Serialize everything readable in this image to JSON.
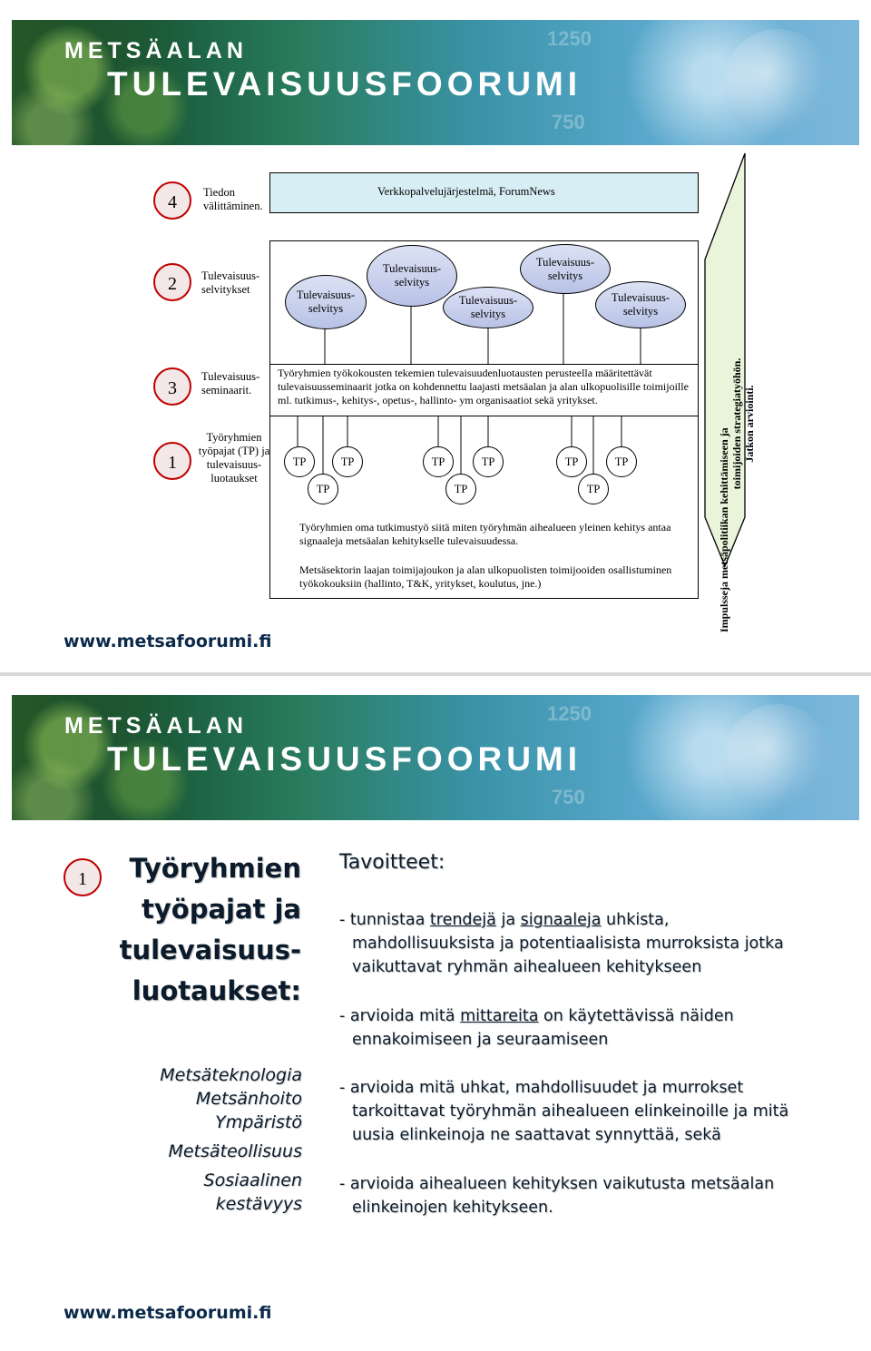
{
  "brand": {
    "line1": "METSÄALAN",
    "line2": "TULEVAISUUSFOORUMI",
    "banner_numbers": [
      "1250",
      "750"
    ],
    "url": "www.metsafoorumi.fi"
  },
  "slide1": {
    "rows": [
      {
        "num": "4",
        "label": "Tiedon välittäminen."
      },
      {
        "num": "2",
        "label": "Tulevaisuus-selvitykset"
      },
      {
        "num": "3",
        "label": "Tulevaisuus-seminaarit."
      },
      {
        "num": "1",
        "label": "Työryhmien työpajat (TP) ja tulevaisuus-luotaukset"
      }
    ],
    "network_box": "Verkkopalvelujärjestelmä, ForumNews",
    "ellipse_label": "Tulevaisuus-selvitys",
    "seminar_text": "Työryhmien työkokousten tekemien tulevaisuudenluotausten perusteella määritettävät tulevaisuusseminaarit jotka on kohdennettu laajasti metsäalan ja alan ulkopuolisille toimijoille ml. tutkimus-, kehitys-, opetus-, hallinto- ym organisaatiot sekä yritykset.",
    "tp_label": "TP",
    "bottom_text_1": "Työryhmien oma tutkimustyö siitä miten työryhmän aihealueen yleinen kehitys antaa signaaleja metsäalan kehitykselle tulevaisuudessa.",
    "bottom_text_2": "Metsäsektorin laajan toimijajoukon ja alan ulkopuolisten toimijooiden osallistuminen työkokouksiin (hallinto, T&K, yritykset, koulutus, jne.)",
    "arrow_text_1": "Impulsseja metsäpolitiikan kehittämiseen ja",
    "arrow_text_2": "toimijoiden strategiatyöhön.",
    "arrow_text_3": "Jatkon arviointi."
  },
  "slide2": {
    "num": "1",
    "title_lines": [
      "Työryhmien",
      "työpajat ja",
      "tulevaisuus-",
      "luotaukset:"
    ],
    "themes": [
      "Metsäteknologia",
      "Metsänhoito",
      "Ympäristö",
      "Metsäteollisuus",
      "Sosiaalinen",
      "kestävyys"
    ],
    "goals_heading": "Tavoitteet:",
    "goal1": {
      "dash": "- ",
      "a": "tunnistaa ",
      "u1": "trendejä",
      "b": " ja ",
      "u2": "signaaleja",
      "c": " uhkista,",
      "line2": "mahdollisuuksista ja potentiaalisista murroksista jotka",
      "line3": "vaikuttavat ryhmän aihealueen kehitykseen"
    },
    "goal2": {
      "dash": "- ",
      "a": "arvioida mitä ",
      "u1": "mittareita",
      "b": " on käytettävissä näiden",
      "line2": "ennakoimiseen ja seuraamiseen"
    },
    "goal3": {
      "line1": "- arvioida mitä uhkat, mahdollisuudet ja murrokset",
      "line2": "tarkoittavat työryhmän aihealueen elinkeinoille ja mitä",
      "line3": "uusia elinkeinoja ne saattavat synnyttää, sekä"
    },
    "goal4": {
      "line1": "- arvioida aihealueen kehityksen vaikutusta metsäalan",
      "line2": "elinkeinojen kehitykseen."
    }
  }
}
